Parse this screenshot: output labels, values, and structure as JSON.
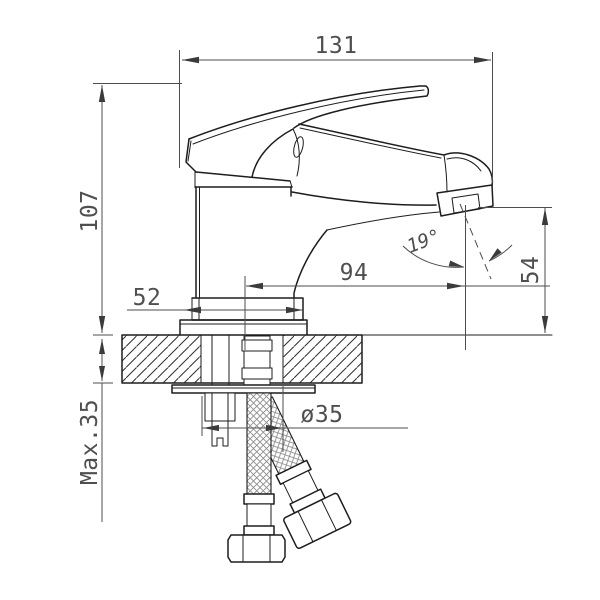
{
  "drawing": {
    "type": "technical-drawing",
    "subject": "single-lever basin mixer faucet, side view with installation cross-section",
    "units": "mm",
    "colors": {
      "background": "#ffffff",
      "object_line": "#1d1d1d",
      "dimension_line": "#4d4d4d",
      "dimension_text": "#4f4f4f",
      "hatch_line": "#2f2f2f",
      "braid_line": "#8a8a8a"
    },
    "dimensions": {
      "overall_width": "131",
      "overall_height": "107",
      "base_width": "52",
      "spout_reach": "94",
      "outlet_height": "54",
      "stream_angle": "19°",
      "max_mounting_thickness": "Max.35",
      "mounting_hole_diameter": "ø35"
    }
  }
}
